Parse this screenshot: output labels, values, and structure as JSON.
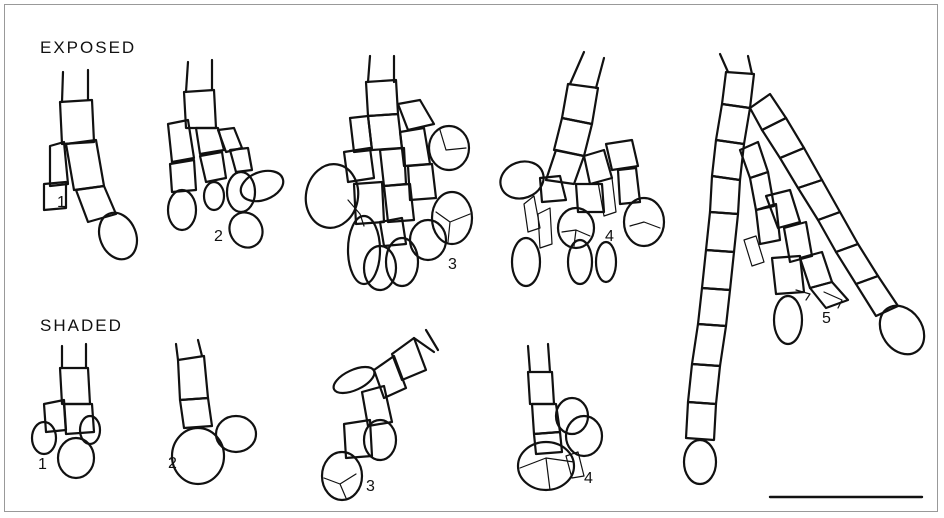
{
  "rows": {
    "exposed_label": "EXPOSED",
    "shaded_label": "SHADED"
  },
  "exposed": [
    {
      "number": "1"
    },
    {
      "number": "2"
    },
    {
      "number": "3"
    },
    {
      "number": "4"
    },
    {
      "number": "5"
    }
  ],
  "shaded": [
    {
      "number": "1"
    },
    {
      "number": "2"
    },
    {
      "number": "3"
    },
    {
      "number": "4"
    }
  ],
  "colors": {
    "line": "#111111",
    "frame": "#999999",
    "background": "#ffffff"
  }
}
